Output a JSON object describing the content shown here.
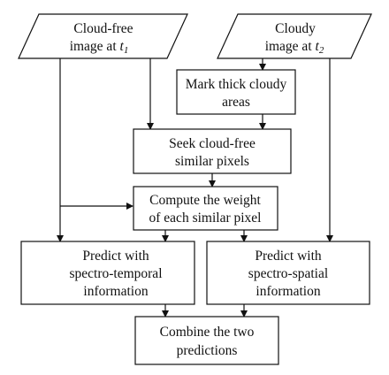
{
  "nodes": {
    "cloud_free": {
      "lines": [
        "Cloud-free",
        "image at "
      ],
      "var": "t",
      "sub": "1"
    },
    "cloudy": {
      "lines": [
        "Cloudy",
        "image at "
      ],
      "var": "t",
      "sub": "2"
    },
    "mark": {
      "lines": [
        "Mark thick cloudy",
        "areas"
      ]
    },
    "seek": {
      "lines": [
        "Seek cloud-free",
        "similar pixels"
      ]
    },
    "compute": {
      "lines": [
        "Compute the weight",
        "of each similar pixel"
      ]
    },
    "predict_temporal": {
      "lines": [
        "Predict with",
        "spectro-temporal",
        "information"
      ]
    },
    "predict_spatial": {
      "lines": [
        "Predict with",
        "spectro-spatial",
        "information"
      ]
    },
    "combine": {
      "lines": [
        "Combine the two",
        "predictions"
      ]
    }
  }
}
